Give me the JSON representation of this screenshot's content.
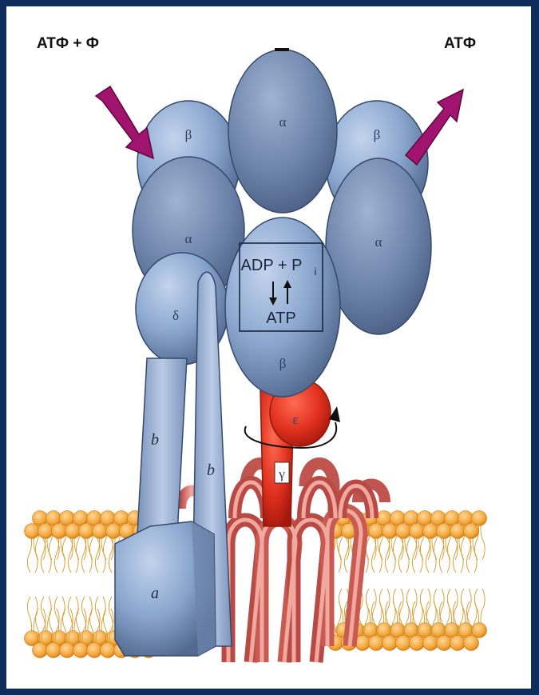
{
  "labels": {
    "input": "ATФ + Ф",
    "output": "ATФ",
    "reaction_top": "ADP + P",
    "reaction_sub": "i",
    "reaction_bottom": "ATP"
  },
  "subunits": {
    "beta_left": "β",
    "beta_right": "β",
    "beta_front": "β",
    "alpha_top": "α",
    "alpha_left": "α",
    "alpha_right": "α",
    "delta": "δ",
    "epsilon": "ε",
    "gamma": "γ",
    "b1": "b",
    "b2": "b",
    "a": "a"
  },
  "colors": {
    "frame": "#0f2d5c",
    "subunit_blue": "#8aa6cf",
    "subunit_dark": "#5d7398",
    "rotor_red": "#e0311f",
    "arrow_magenta": "#a0136f",
    "lipid": "#f4a83c"
  }
}
